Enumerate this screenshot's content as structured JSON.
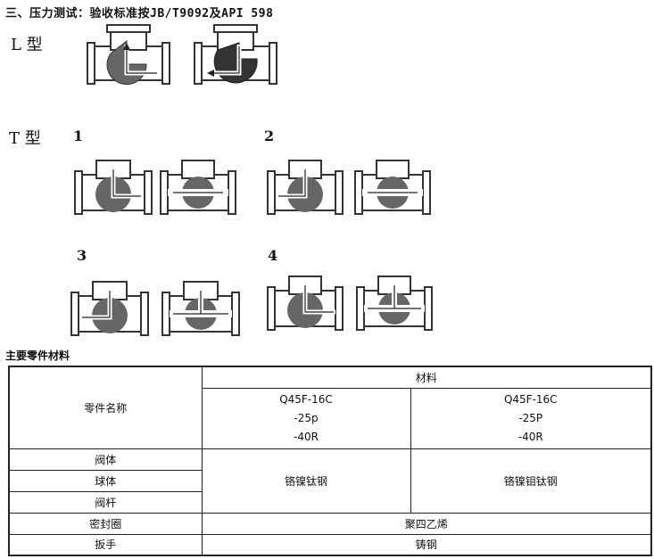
{
  "heading": "三、压力测试：验收标准按JB/T9092及API 598",
  "l_type_label": "L 型",
  "t_type_label": "T 型",
  "t_variants": [
    "1",
    "2",
    "3",
    "4"
  ],
  "section_title": "主要零件材料",
  "table": {
    "part_name_header": "零件名称",
    "material_header": "材料",
    "model_a": [
      "Q45F-16C",
      "-25p",
      "-40R"
    ],
    "model_b": [
      "Q45F-16C",
      "-25P",
      "-40R"
    ],
    "rows": [
      {
        "part": "阀体"
      },
      {
        "part": "球体"
      },
      {
        "part": "阀杆"
      }
    ],
    "material_a": "铬镍钛钢",
    "material_b": "铬镍钼钛钢",
    "seal_ring": {
      "part": "密封圈",
      "material": "聚四乙烯"
    },
    "handle": {
      "part": "扳手",
      "material": "铸钢"
    }
  }
}
